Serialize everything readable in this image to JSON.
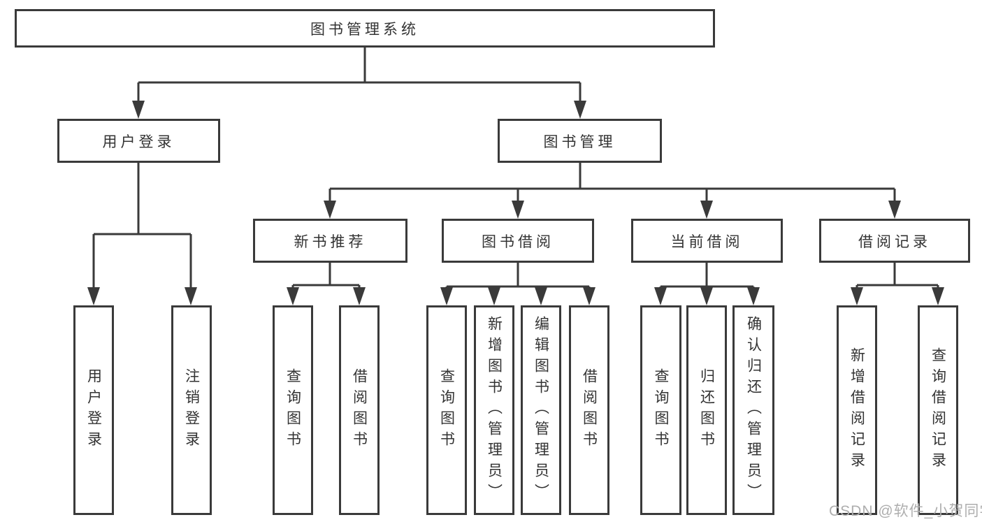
{
  "tree": {
    "root": "图书管理系统",
    "branches": [
      {
        "label": "用户登录",
        "leaves": [
          "用户登录",
          "注销登录"
        ]
      },
      {
        "label": "图书管理",
        "groups": [
          {
            "label": "新书推荐",
            "leaves": [
              "查询图书",
              "借阅图书"
            ]
          },
          {
            "label": "图书借阅",
            "leaves": [
              "查询图书",
              "新增图书（管理员）",
              "编辑图书（管理员）",
              "借阅图书"
            ]
          },
          {
            "label": "当前借阅",
            "leaves": [
              "查询图书",
              "归还图书",
              "确认归还（管理员）"
            ]
          },
          {
            "label": "借阅记录",
            "leaves": [
              "新增借阅记录",
              "查询借阅记录"
            ]
          }
        ]
      }
    ]
  },
  "watermark": {
    "text": "CSDN @软件_小贺同学"
  },
  "colors": {
    "line": "#3a3a3a",
    "box_border": "#3a3a3a",
    "text": "#333333",
    "watermark": "#aeaeae",
    "background": "#ffffff"
  }
}
